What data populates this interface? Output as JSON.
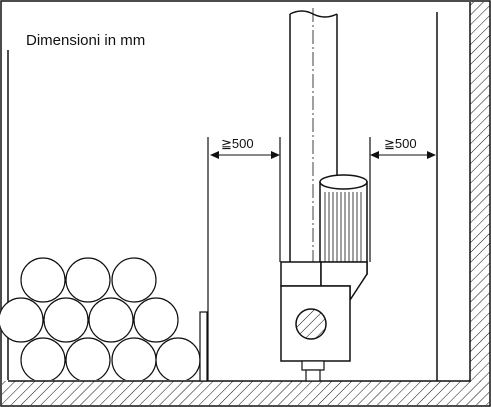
{
  "figure": {
    "units_label": "Dimensioni in mm",
    "dimension_left": "≧500",
    "dimension_right": "≧500"
  }
}
